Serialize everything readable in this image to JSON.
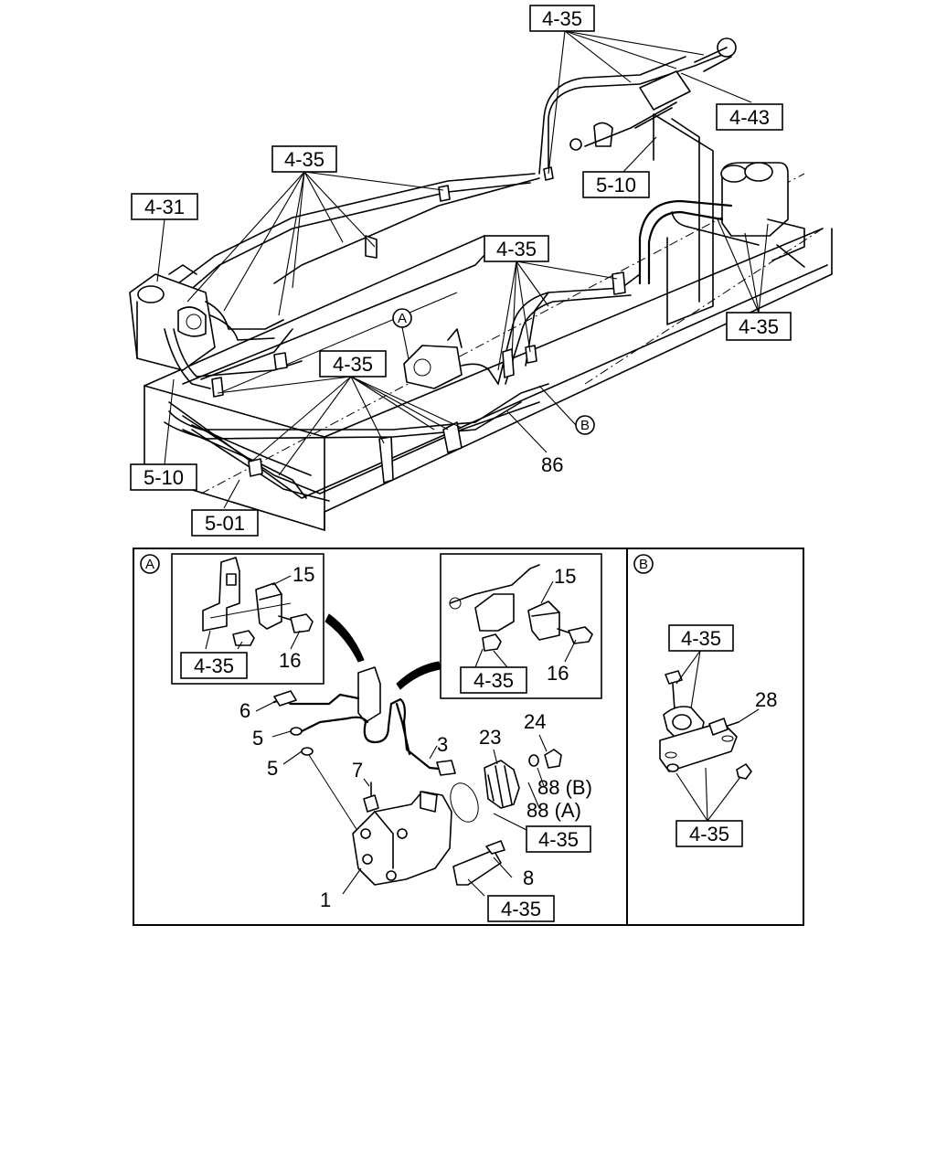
{
  "refs": {
    "r_top": "4-35",
    "r_443": "4-43",
    "r_510_right": "5-10",
    "r_435_upper_left": "4-35",
    "r_431": "4-31",
    "r_435_mid": "4-35",
    "r_435_right": "4-35",
    "r_435_center": "4-35",
    "r_510_left": "5-10",
    "r_501": "5-01",
    "detA_left_435": "4-35",
    "detA_right_435": "4-35",
    "detA_gear_435": "4-35",
    "detA_bottom_435": "4-35",
    "detB_top_435": "4-35",
    "detB_bottom_435": "4-35"
  },
  "parts": {
    "p86": "86",
    "p15a": "15",
    "p16a": "16",
    "p15b": "15",
    "p16b": "16",
    "p6": "6",
    "p5a": "5",
    "p5b": "5",
    "p3": "3",
    "p7": "7",
    "p23": "23",
    "p24": "24",
    "p88b": "88 (B)",
    "p88a": "88 (A)",
    "p8": "8",
    "p1": "1",
    "p28": "28"
  },
  "callouts": {
    "A_main": "A",
    "B_main": "B",
    "A_panel": "A",
    "B_panel": "B"
  }
}
